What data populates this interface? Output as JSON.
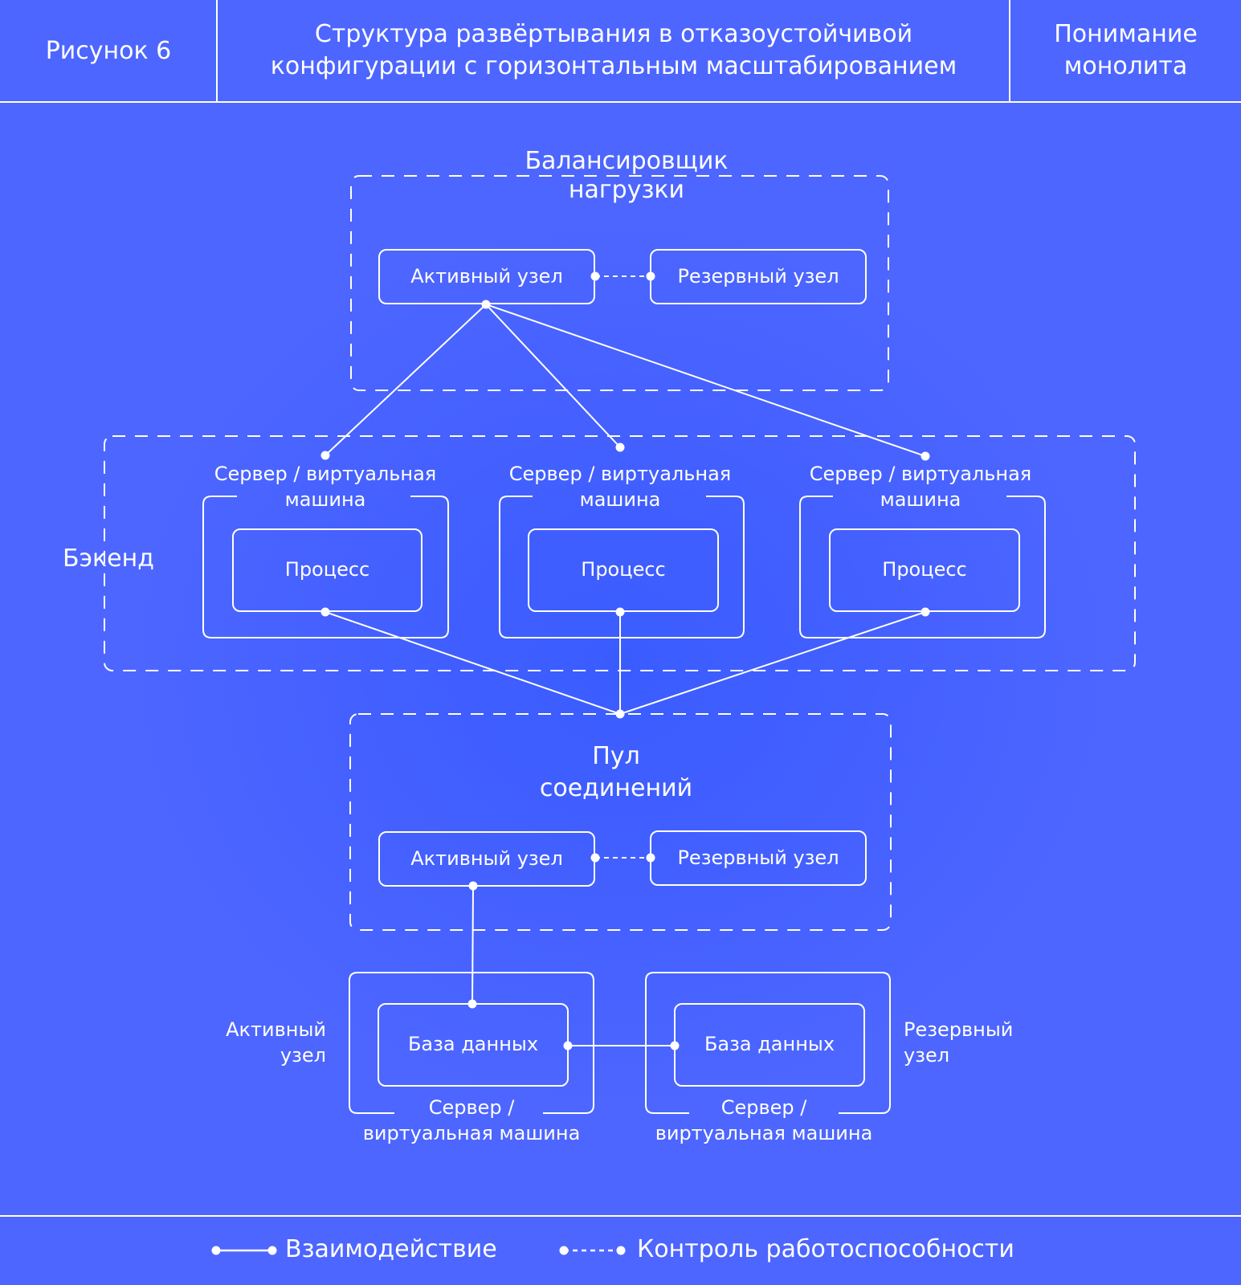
{
  "header": {
    "figure_label": "Рисунок 6",
    "title_line1": "Структура развёртывания в отказоустойчивой",
    "title_line2": "конфигурации с горизонтальным масштабированием",
    "side_line1": "Понимание",
    "side_line2": "монолита"
  },
  "load_balancer": {
    "title_line1": "Балансировщик",
    "title_line2": "нагрузки",
    "active_node": "Активный узел",
    "standby_node": "Резервный узел"
  },
  "backend": {
    "label": "Бэкенд",
    "servers": [
      {
        "title_line1": "Сервер / виртуальная",
        "title_line2": "машина",
        "process": "Процесс"
      },
      {
        "title_line1": "Сервер / виртуальная",
        "title_line2": "машина",
        "process": "Процесс"
      },
      {
        "title_line1": "Сервер / виртуальная",
        "title_line2": "машина",
        "process": "Процесс"
      }
    ]
  },
  "connection_pool": {
    "title_line1": "Пул",
    "title_line2": "соединений",
    "active_node": "Активный узел",
    "standby_node": "Резервный узел"
  },
  "databases": {
    "active": {
      "side_line1": "Активный",
      "side_line2": "узел",
      "db": "База данных",
      "server_line1": "Сервер /",
      "server_line2": "виртуальная машина"
    },
    "standby": {
      "side_line1": "Резервный",
      "side_line2": "узел",
      "db": "База данных",
      "server_line1": "Сервер /",
      "server_line2": "виртуальная машина"
    }
  },
  "legend": {
    "interaction": "Взаимодействие",
    "health_check": "Контроль работоспособности"
  }
}
